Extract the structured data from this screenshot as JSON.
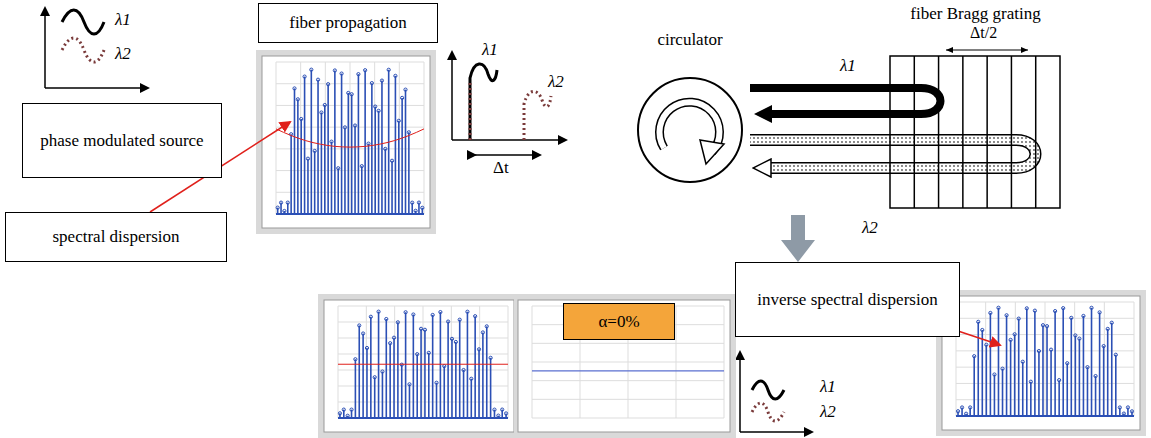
{
  "diagram": {
    "nodes": [
      {
        "text": [
          "phase modulated source"
        ]
      },
      {
        "text": [
          "fiber propagation"
        ]
      },
      {
        "text": [
          "spectral dispersion"
        ]
      },
      {
        "text": [
          "circulator"
        ]
      },
      {
        "text": [
          "fiber Bragg grating",
          "Δt/2"
        ]
      },
      {
        "text": [
          "inverse spectral dispersion"
        ]
      },
      {
        "text": [
          "α=0%"
        ]
      }
    ],
    "edges": [
      {
        "from": 4,
        "to": 3,
        "label": "λ1",
        "arrow": "to"
      },
      {
        "from": 4,
        "to": 3,
        "arrow": "to"
      }
    ],
    "labels": [
      "λ1",
      "λ2",
      "λ1",
      "λ2",
      "Δt",
      "λ2",
      "λ1",
      "λ2"
    ]
  }
}
